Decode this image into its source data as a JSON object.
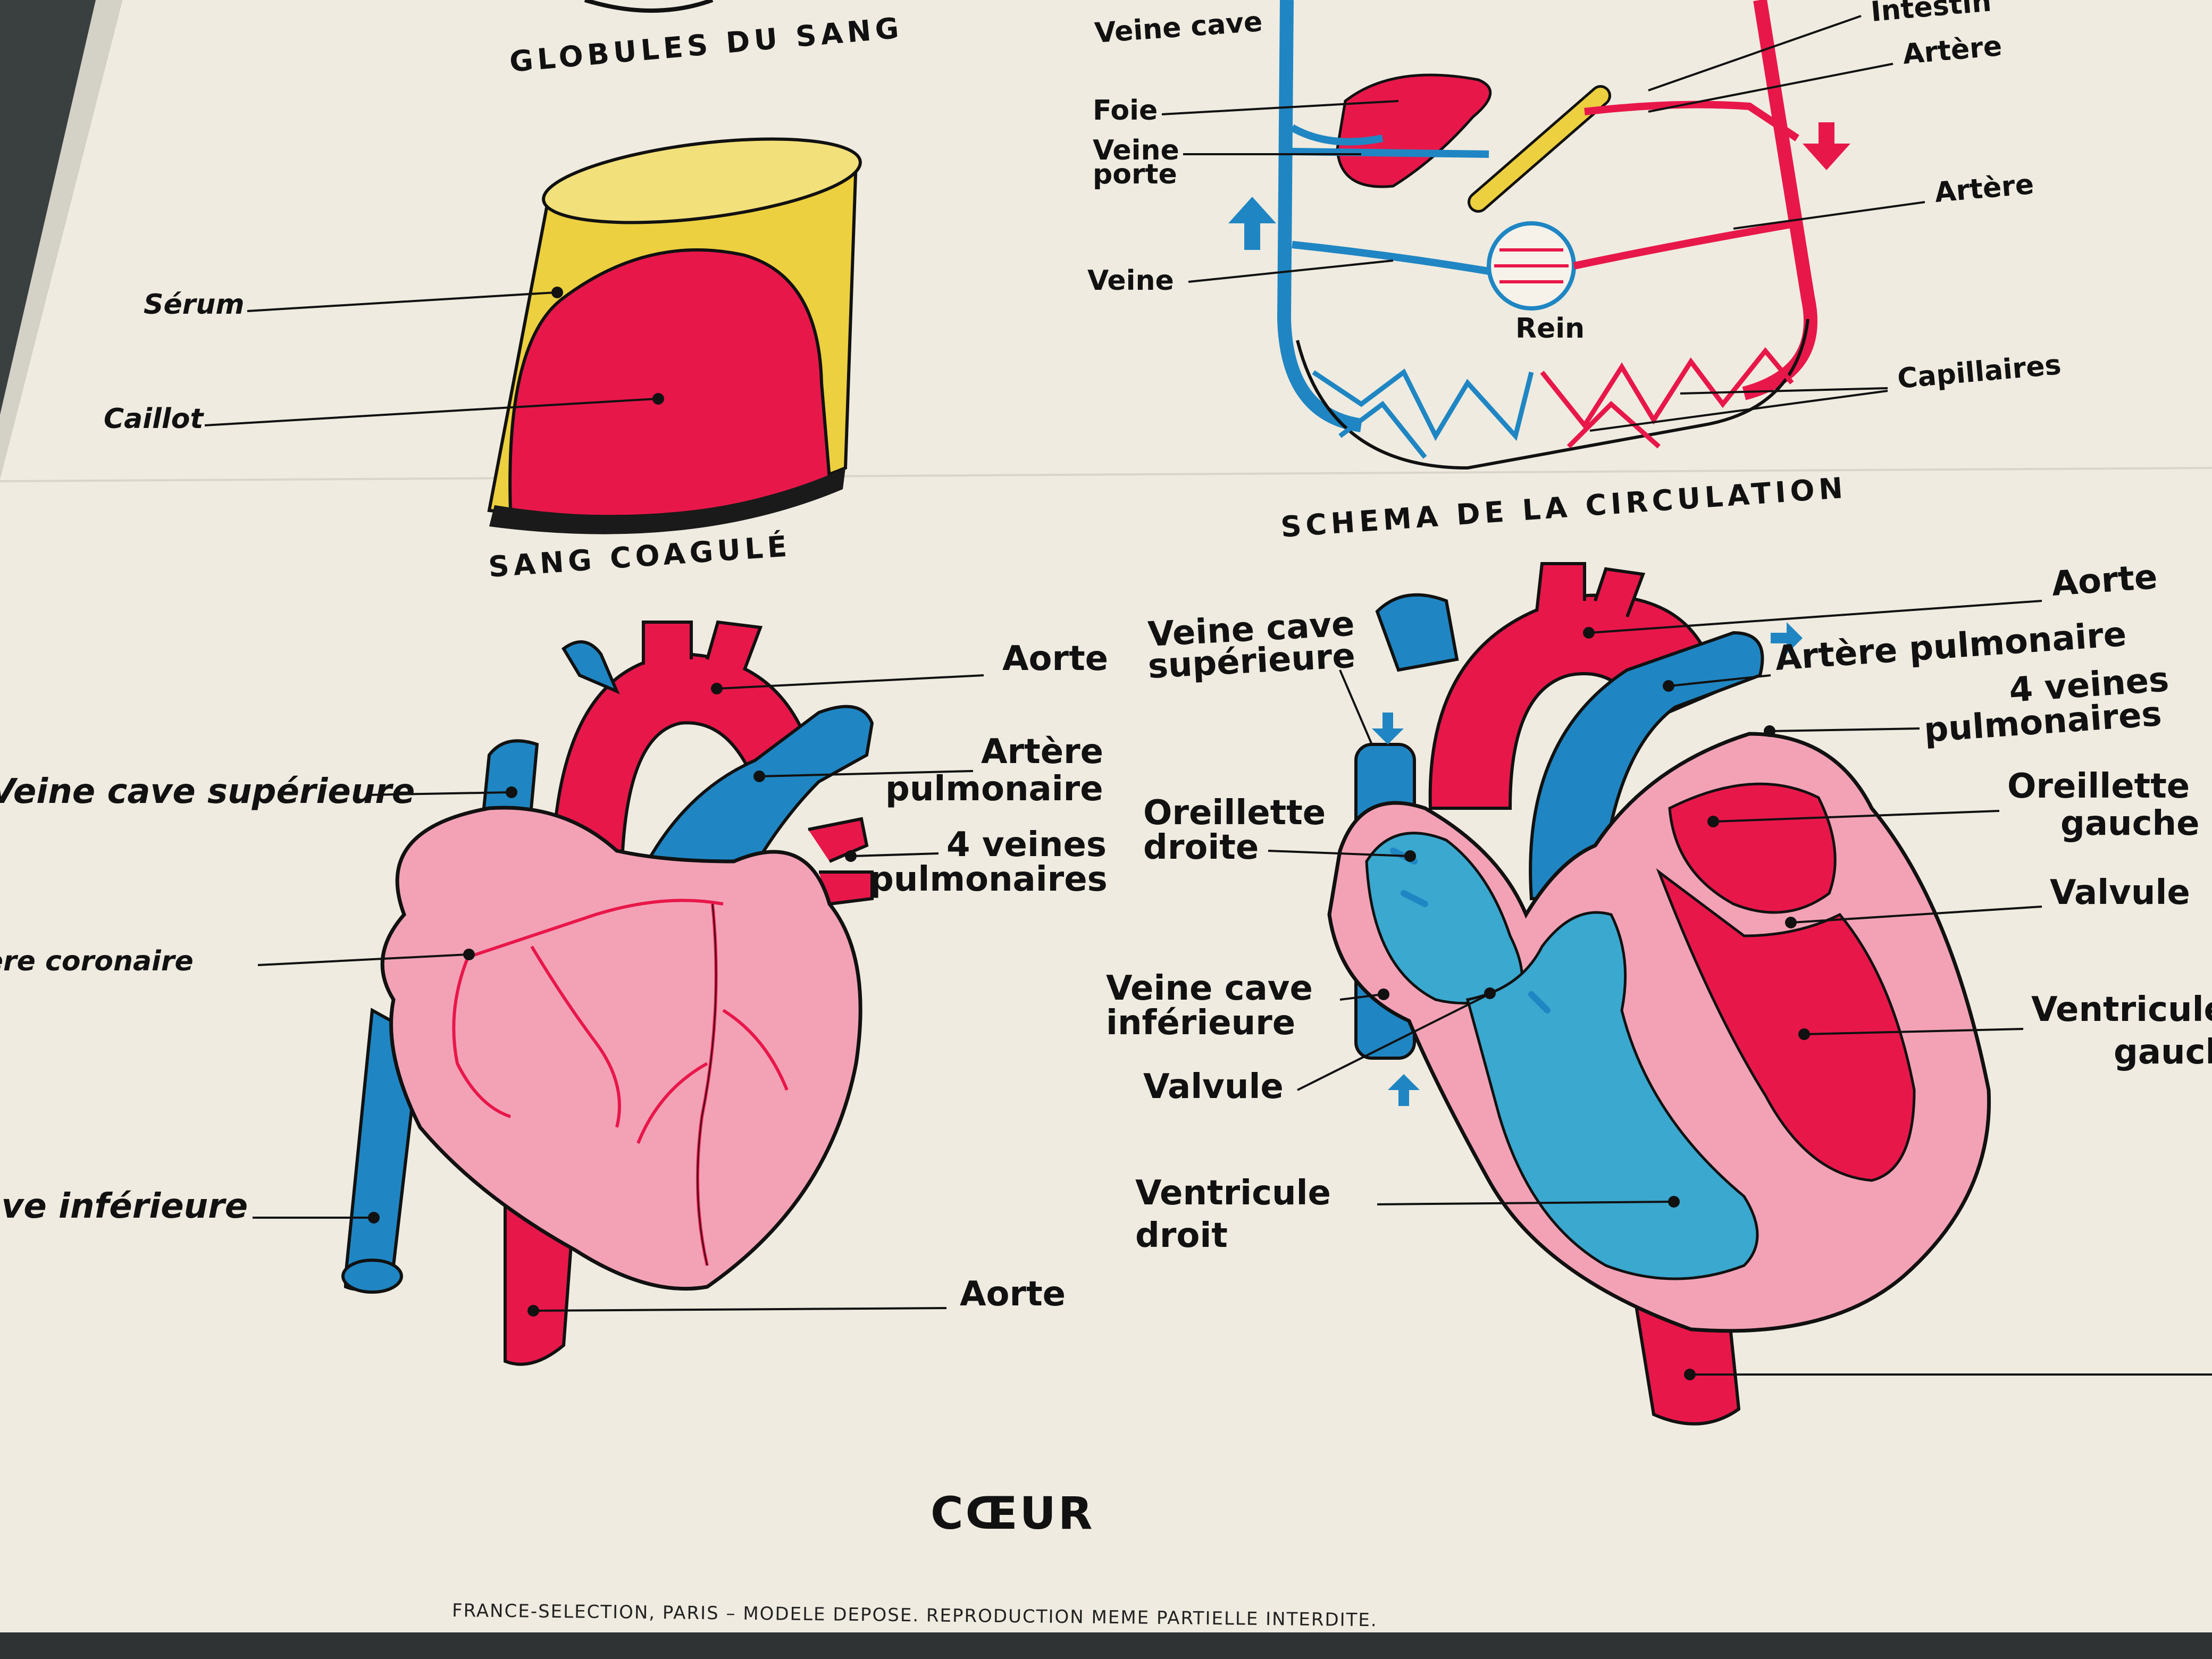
{
  "panels": {
    "blood_cells": {
      "caption": "GLOBULES DU SANG"
    },
    "coagulated": {
      "caption": "SANG COAGULÉ",
      "labels": {
        "serum": "Sérum",
        "clot": "Caillot"
      }
    },
    "circulation": {
      "caption": "SCHEMA DE LA CIRCULATION",
      "labels": {
        "vena_cava": "Veine cave",
        "intestine": "Intestin",
        "artery_top": "Artère",
        "liver": "Foie",
        "portal_vein_1": "Veine",
        "portal_vein_2": "porte",
        "artery_mid": "Artère",
        "vein": "Veine",
        "kidney": "Rein",
        "capillaries": "Capillaires"
      }
    },
    "heart_exterior": {
      "labels": {
        "aorta_top": "Aorte",
        "pulm_artery_1": "Artère",
        "pulm_artery_2": "pulmonaire",
        "sup_vena_cava": "Veine cave supérieure",
        "pulm_veins_1": "4 veines",
        "pulm_veins_2": "pulmonaires",
        "coronary_artery": "Artère coronaire",
        "inf_vena_cava": "Veine cave inférieure",
        "aorta_bottom": "Aorte"
      }
    },
    "heart_section": {
      "labels": {
        "aorta": "Aorte",
        "pulm_artery": "Artère pulmonaire",
        "sup_vena_cava_1": "Veine cave",
        "sup_vena_cava_2": "supérieure",
        "pulm_veins_1": "4 veines",
        "pulm_veins_2": "pulmonaires",
        "right_atrium_1": "Oreillette",
        "right_atrium_2": "droite",
        "left_atrium_1": "Oreillette",
        "left_atrium_2": "gauche",
        "valve_right": "Valvule",
        "inf_vena_cava_1": "Veine cave",
        "inf_vena_cava_2": "inférieure",
        "left_ventricle_1": "Ventricule",
        "left_ventricle_2": "gauche",
        "valve_left": "Valvule",
        "right_ventricle_1": "Ventricule",
        "right_ventricle_2": "droit"
      }
    }
  },
  "title": "CŒUR",
  "footer": "FRANCE-SELECTION, PARIS – MODELE DEPOSE. REPRODUCTION MEME PARTIELLE INTERDITE.",
  "colors": {
    "paper": "#efebe0",
    "artery_red": "#e8174a",
    "vein_blue": "#1f86c3",
    "heart_pink": "#f3a2b6",
    "serum_yellow": "#ecd03f",
    "ink": "#111111"
  }
}
